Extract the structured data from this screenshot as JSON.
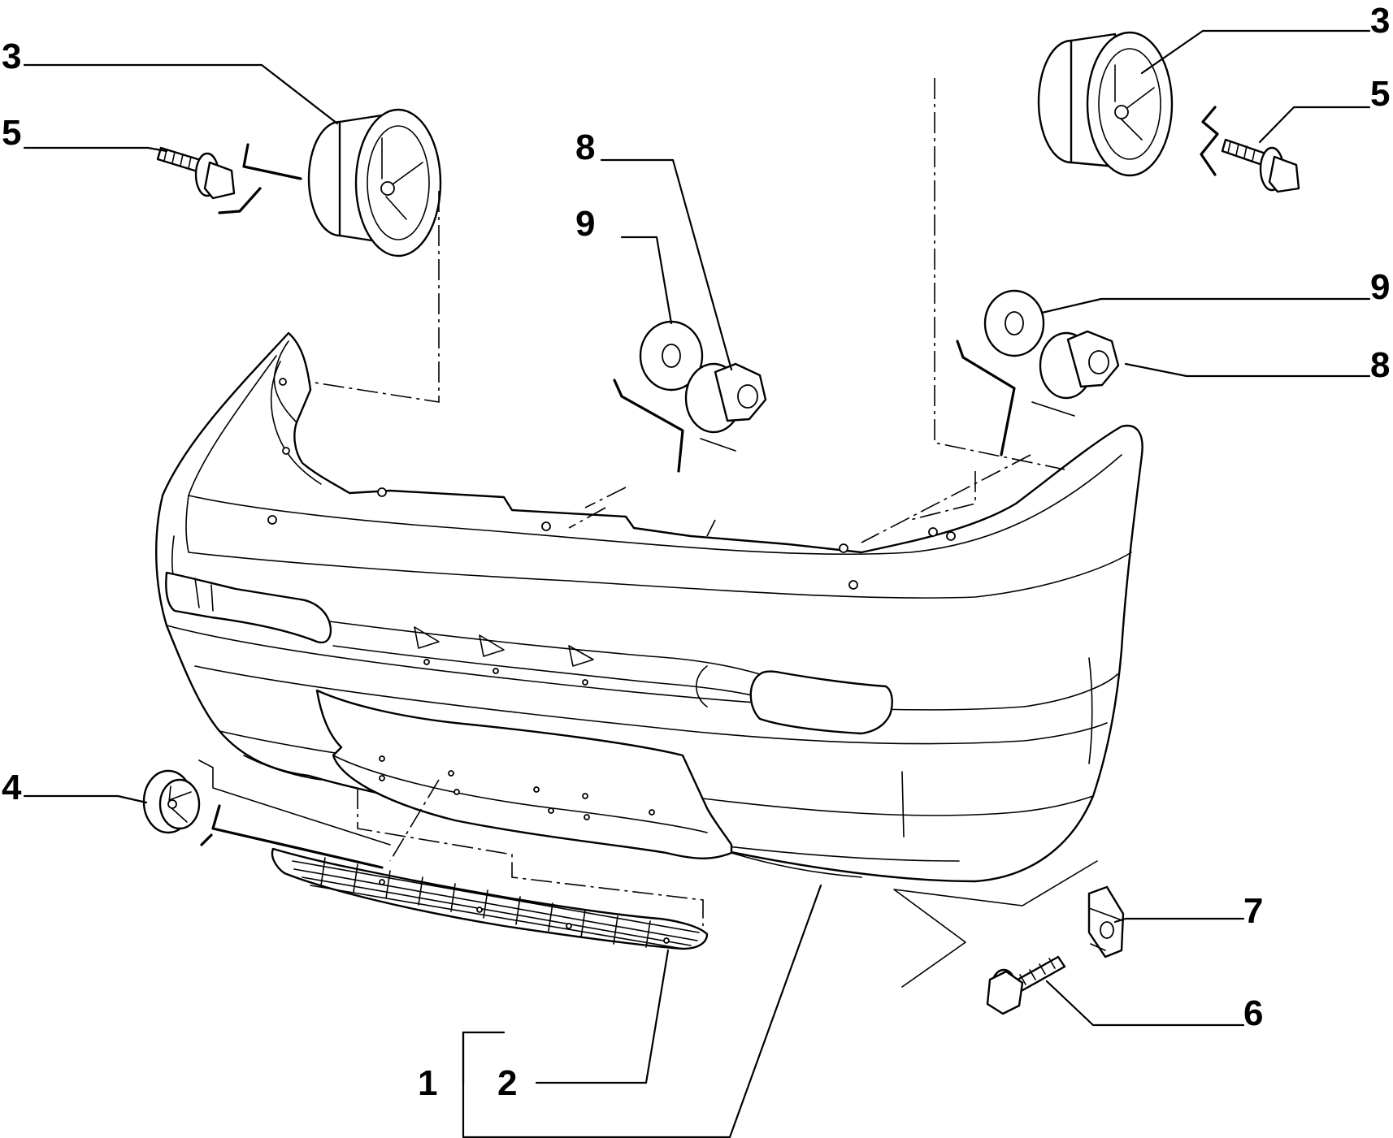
{
  "callouts": {
    "c1": "1",
    "c2": "2",
    "c3_left": "3",
    "c3_right": "3",
    "c4": "4",
    "c5_left": "5",
    "c5_right": "5",
    "c6": "6",
    "c7": "7",
    "c8_left": "8",
    "c8_right": "8",
    "c9_left": "9",
    "c9_right": "9"
  },
  "colors": {
    "line": "#000000",
    "background": "#ffffff"
  }
}
